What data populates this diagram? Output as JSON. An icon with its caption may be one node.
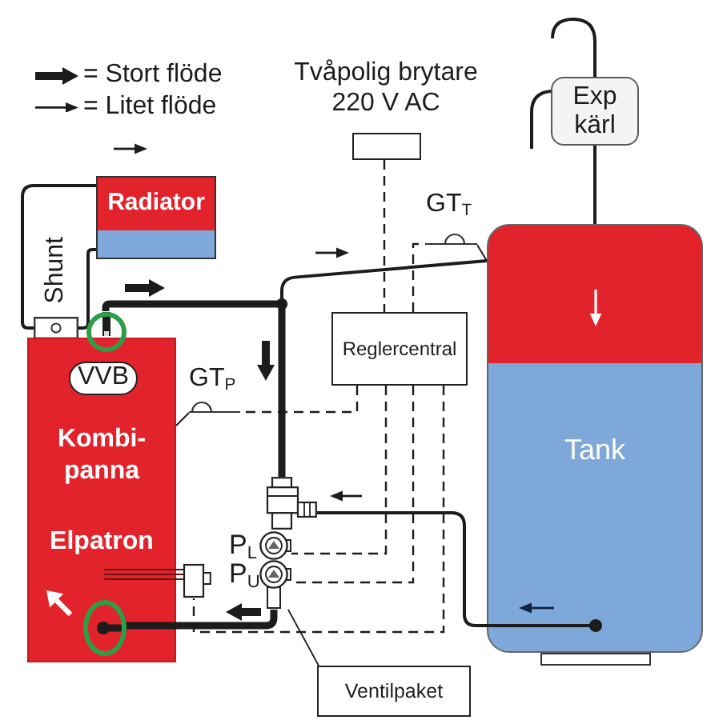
{
  "diagram": {
    "nodes": [
      {
        "text": [
          "Tvåpolig brytare 220 V AC"
        ]
      },
      {
        "text": [
          "Exp kärl"
        ]
      },
      {
        "text": [
          "Radiator"
        ]
      },
      {
        "text": [
          "GT$_{T}$"
        ]
      },
      {
        "text": [
          "Tank"
        ]
      },
      {
        "text": [
          "Shunt"
        ]
      },
      {
        "text": [],
        "shape": "circle"
      },
      {
        "text": [
          "Reglercentral"
        ]
      },
      {
        "text": [
          "Kombi-panna",
          "Elpatron"
        ]
      },
      {
        "text": [
          "VVB"
        ],
        "in": 8
      },
      {
        "text": [
          "GT$_{P}$"
        ]
      },
      {
        "text": [],
        "shape": "picture"
      },
      {
        "text": [
          "P$_{L}$"
        ]
      },
      {
        "text": [],
        "shape": "picture"
      },
      {
        "text": [
          "P$_{U}$"
        ]
      },
      {
        "text": [],
        "shape": "circle",
        "in": 8
      },
      {
        "text": [
          "Ventilpaket"
        ]
      }
    ],
    "edges": [
      {
        "from": 0,
        "to": 7,
        "arrow": "none",
        "style": "dashed"
      },
      {
        "from": 1,
        "to": 4,
        "arrow": "none"
      },
      {
        "from": 5,
        "to": 2,
        "arrow": "none"
      },
      {
        "from": 2,
        "to": 5,
        "arrow": "none"
      },
      {
        "from": 7,
        "to": 3,
        "arrow": "none",
        "style": "dashed"
      },
      {
        "from": 3,
        "to": 4,
        "arrow": "none"
      },
      {
        "from": 6,
        "to": 11,
        "arrow": "none",
        "style": "thick"
      },
      {
        "from": 6,
        "to": 4,
        "arrow": "none"
      },
      {
        "from": 7,
        "to": 10,
        "arrow": "none",
        "style": "dashed"
      },
      {
        "from": 10,
        "to": 8,
        "arrow": "none"
      },
      {
        "from": 4,
        "to": 11,
        "arrow": "none"
      },
      {
        "from": 7,
        "to": 12,
        "arrow": "none",
        "style": "dashed"
      },
      {
        "from": 7,
        "to": 14,
        "arrow": "none",
        "style": "dashed"
      },
      {
        "from": 7,
        "to": 13,
        "arrow": "none",
        "style": "dashed"
      },
      {
        "from": 14,
        "to": 15,
        "arrow": "none",
        "style": "thick"
      },
      {
        "from": 16,
        "to": 14,
        "arrow": "none"
      }
    ],
    "legend": [
      {
        "text": "= Stort flöde"
      },
      {
        "text": "= Litet flöde"
      }
    ]
  }
}
